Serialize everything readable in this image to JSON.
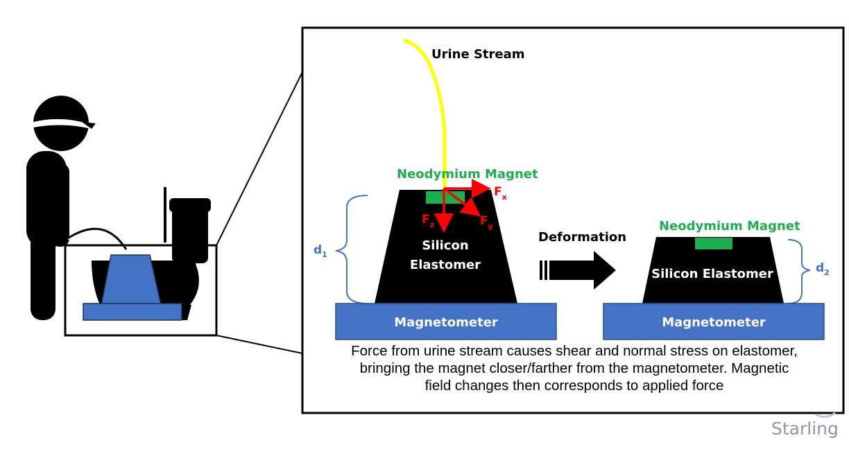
{
  "labels": {
    "urine_stream": "Urine Stream",
    "neodymium_magnet_left": "Neodymium Magnet",
    "neodymium_magnet_right": "Neodymium Magnet",
    "silicon_elastomer_left_line1": "Silicon",
    "silicon_elastomer_left_line2": "Elastomer",
    "silicon_elastomer_right": "Silicon Elastomer",
    "magnetometer_left": "Magnetometer",
    "magnetometer_right": "Magnetometer",
    "deformation": "Deformation",
    "fx": "F",
    "fx_sub": "x",
    "fy": "F",
    "fy_sub": "y",
    "fz": "F",
    "fz_sub": "z",
    "d1": "d",
    "d1_sub": "1",
    "d2": "d",
    "d2_sub": "2"
  },
  "caption": {
    "line1": "Force from urine stream causes shear and normal stress on elastomer,",
    "line2": "bringing the magnet closer/farther from the magnetometer. Magnetic",
    "line3": "field changes then corresponds to applied force"
  },
  "watermark": "Starling",
  "colors": {
    "magnet": "#1fae4e",
    "magnetometer": "#4472c4",
    "stream": "#ffff00",
    "force_arrow": "#ff0000",
    "elastomer": "#000000",
    "dimension": "#4472c4"
  }
}
